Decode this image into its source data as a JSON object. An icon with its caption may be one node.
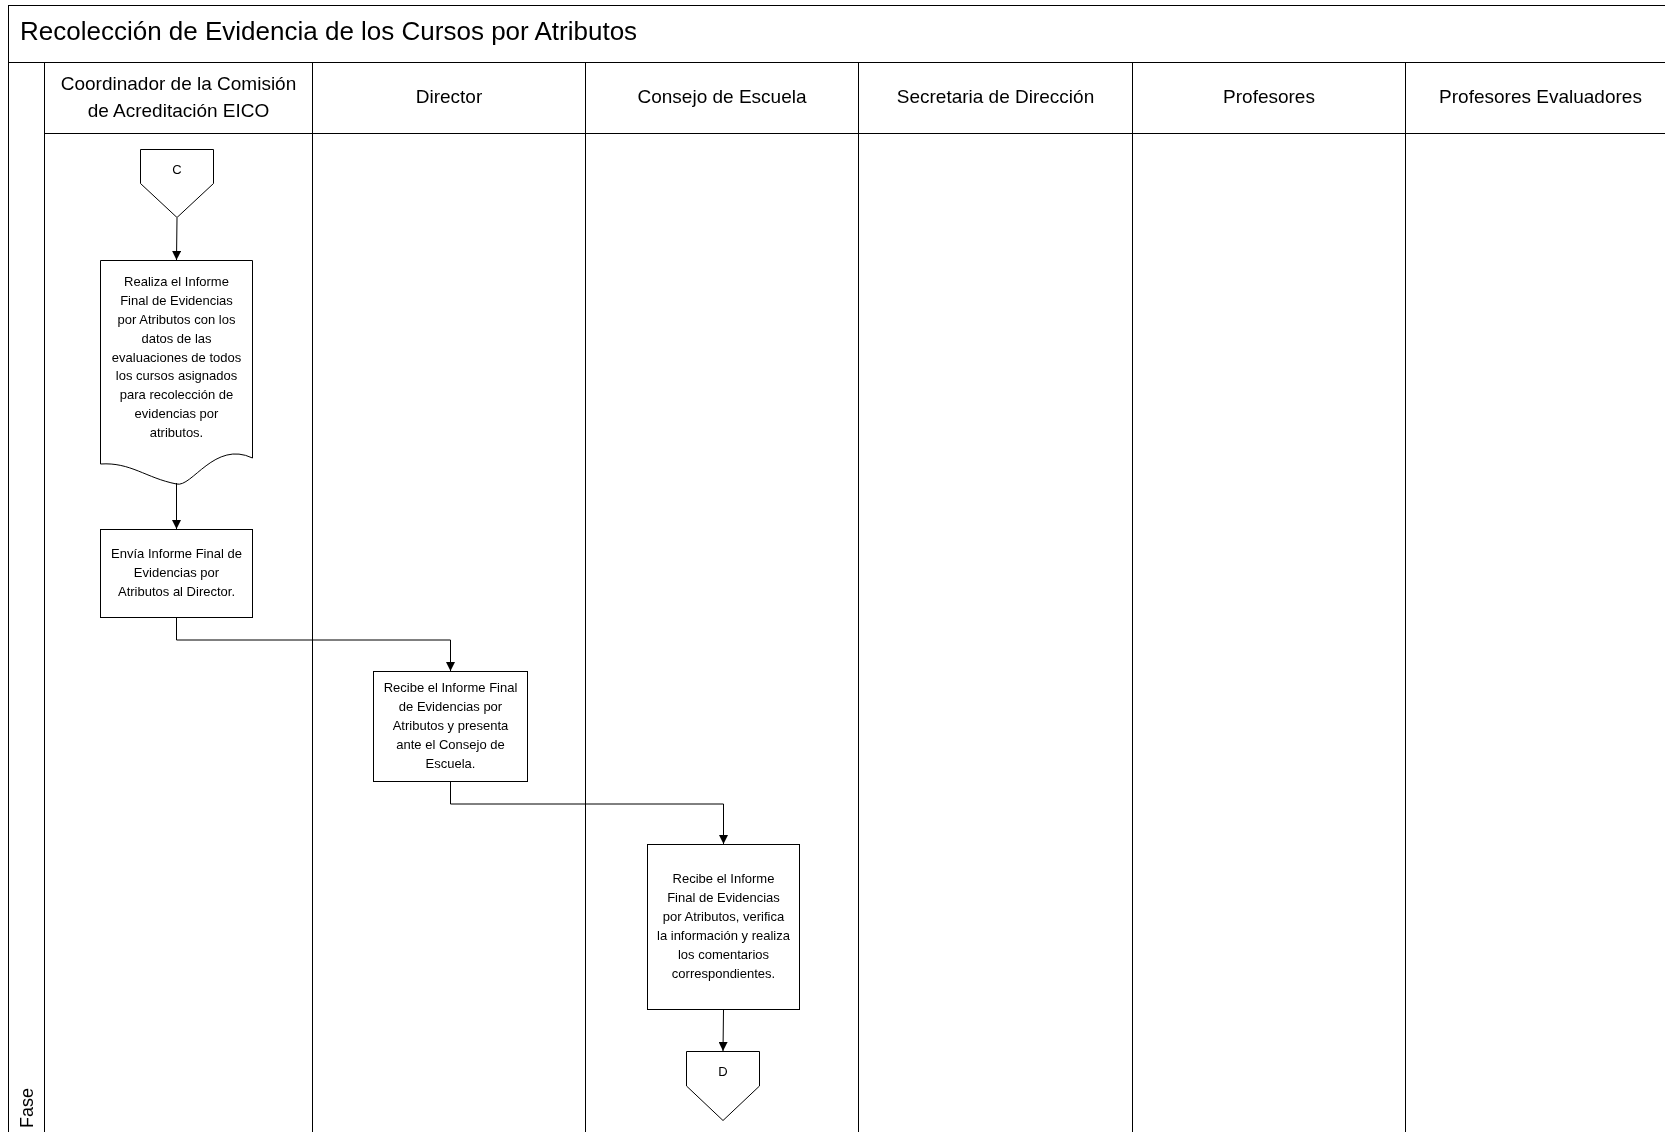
{
  "diagram": {
    "title": "Recolección de Evidencia de los Cursos por Atributos",
    "nodes": [
      {
        "text": [
          "Fase"
        ]
      },
      {
        "text": [
          "Coordinador de la Comisión de Acreditación EICO"
        ]
      },
      {
        "text": [
          "Director"
        ]
      },
      {
        "text": [
          "Consejo de Escuela"
        ]
      },
      {
        "text": [
          "Secretaria de Dirección"
        ]
      },
      {
        "text": [
          "Profesores"
        ]
      },
      {
        "text": [
          "Profesores Evaluadores"
        ]
      },
      {
        "text": [
          "C"
        ],
        "in": 1
      },
      {
        "text": [
          "Realiza el Informe Final de Evidencias por Atributos con los datos de las evaluaciones de todos los cursos asignados para recolección de evidencias por atributos."
        ],
        "in": 1
      },
      {
        "text": [
          "Envía Informe Final de Evidencias por Atributos al Director."
        ],
        "in": 1
      },
      {
        "text": [
          "Recibe el Informe Final de Evidencias por Atributos y presenta ante el Consejo de Escuela."
        ],
        "in": 2
      },
      {
        "text": [
          "Recibe el Informe Final de Evidencias por Atributos, verifica la información y realiza los comentarios correspondientes."
        ],
        "in": 3
      },
      {
        "text": [
          "D"
        ],
        "in": 3
      }
    ],
    "edges": [
      {
        "from": 7,
        "to": 8,
        "arrow": "to"
      },
      {
        "from": 8,
        "to": 9,
        "arrow": "to"
      },
      {
        "from": 9,
        "to": 10,
        "arrow": "to"
      },
      {
        "from": 10,
        "to": 11,
        "arrow": "to"
      },
      {
        "from": 11,
        "to": 12,
        "arrow": "to"
      }
    ]
  }
}
